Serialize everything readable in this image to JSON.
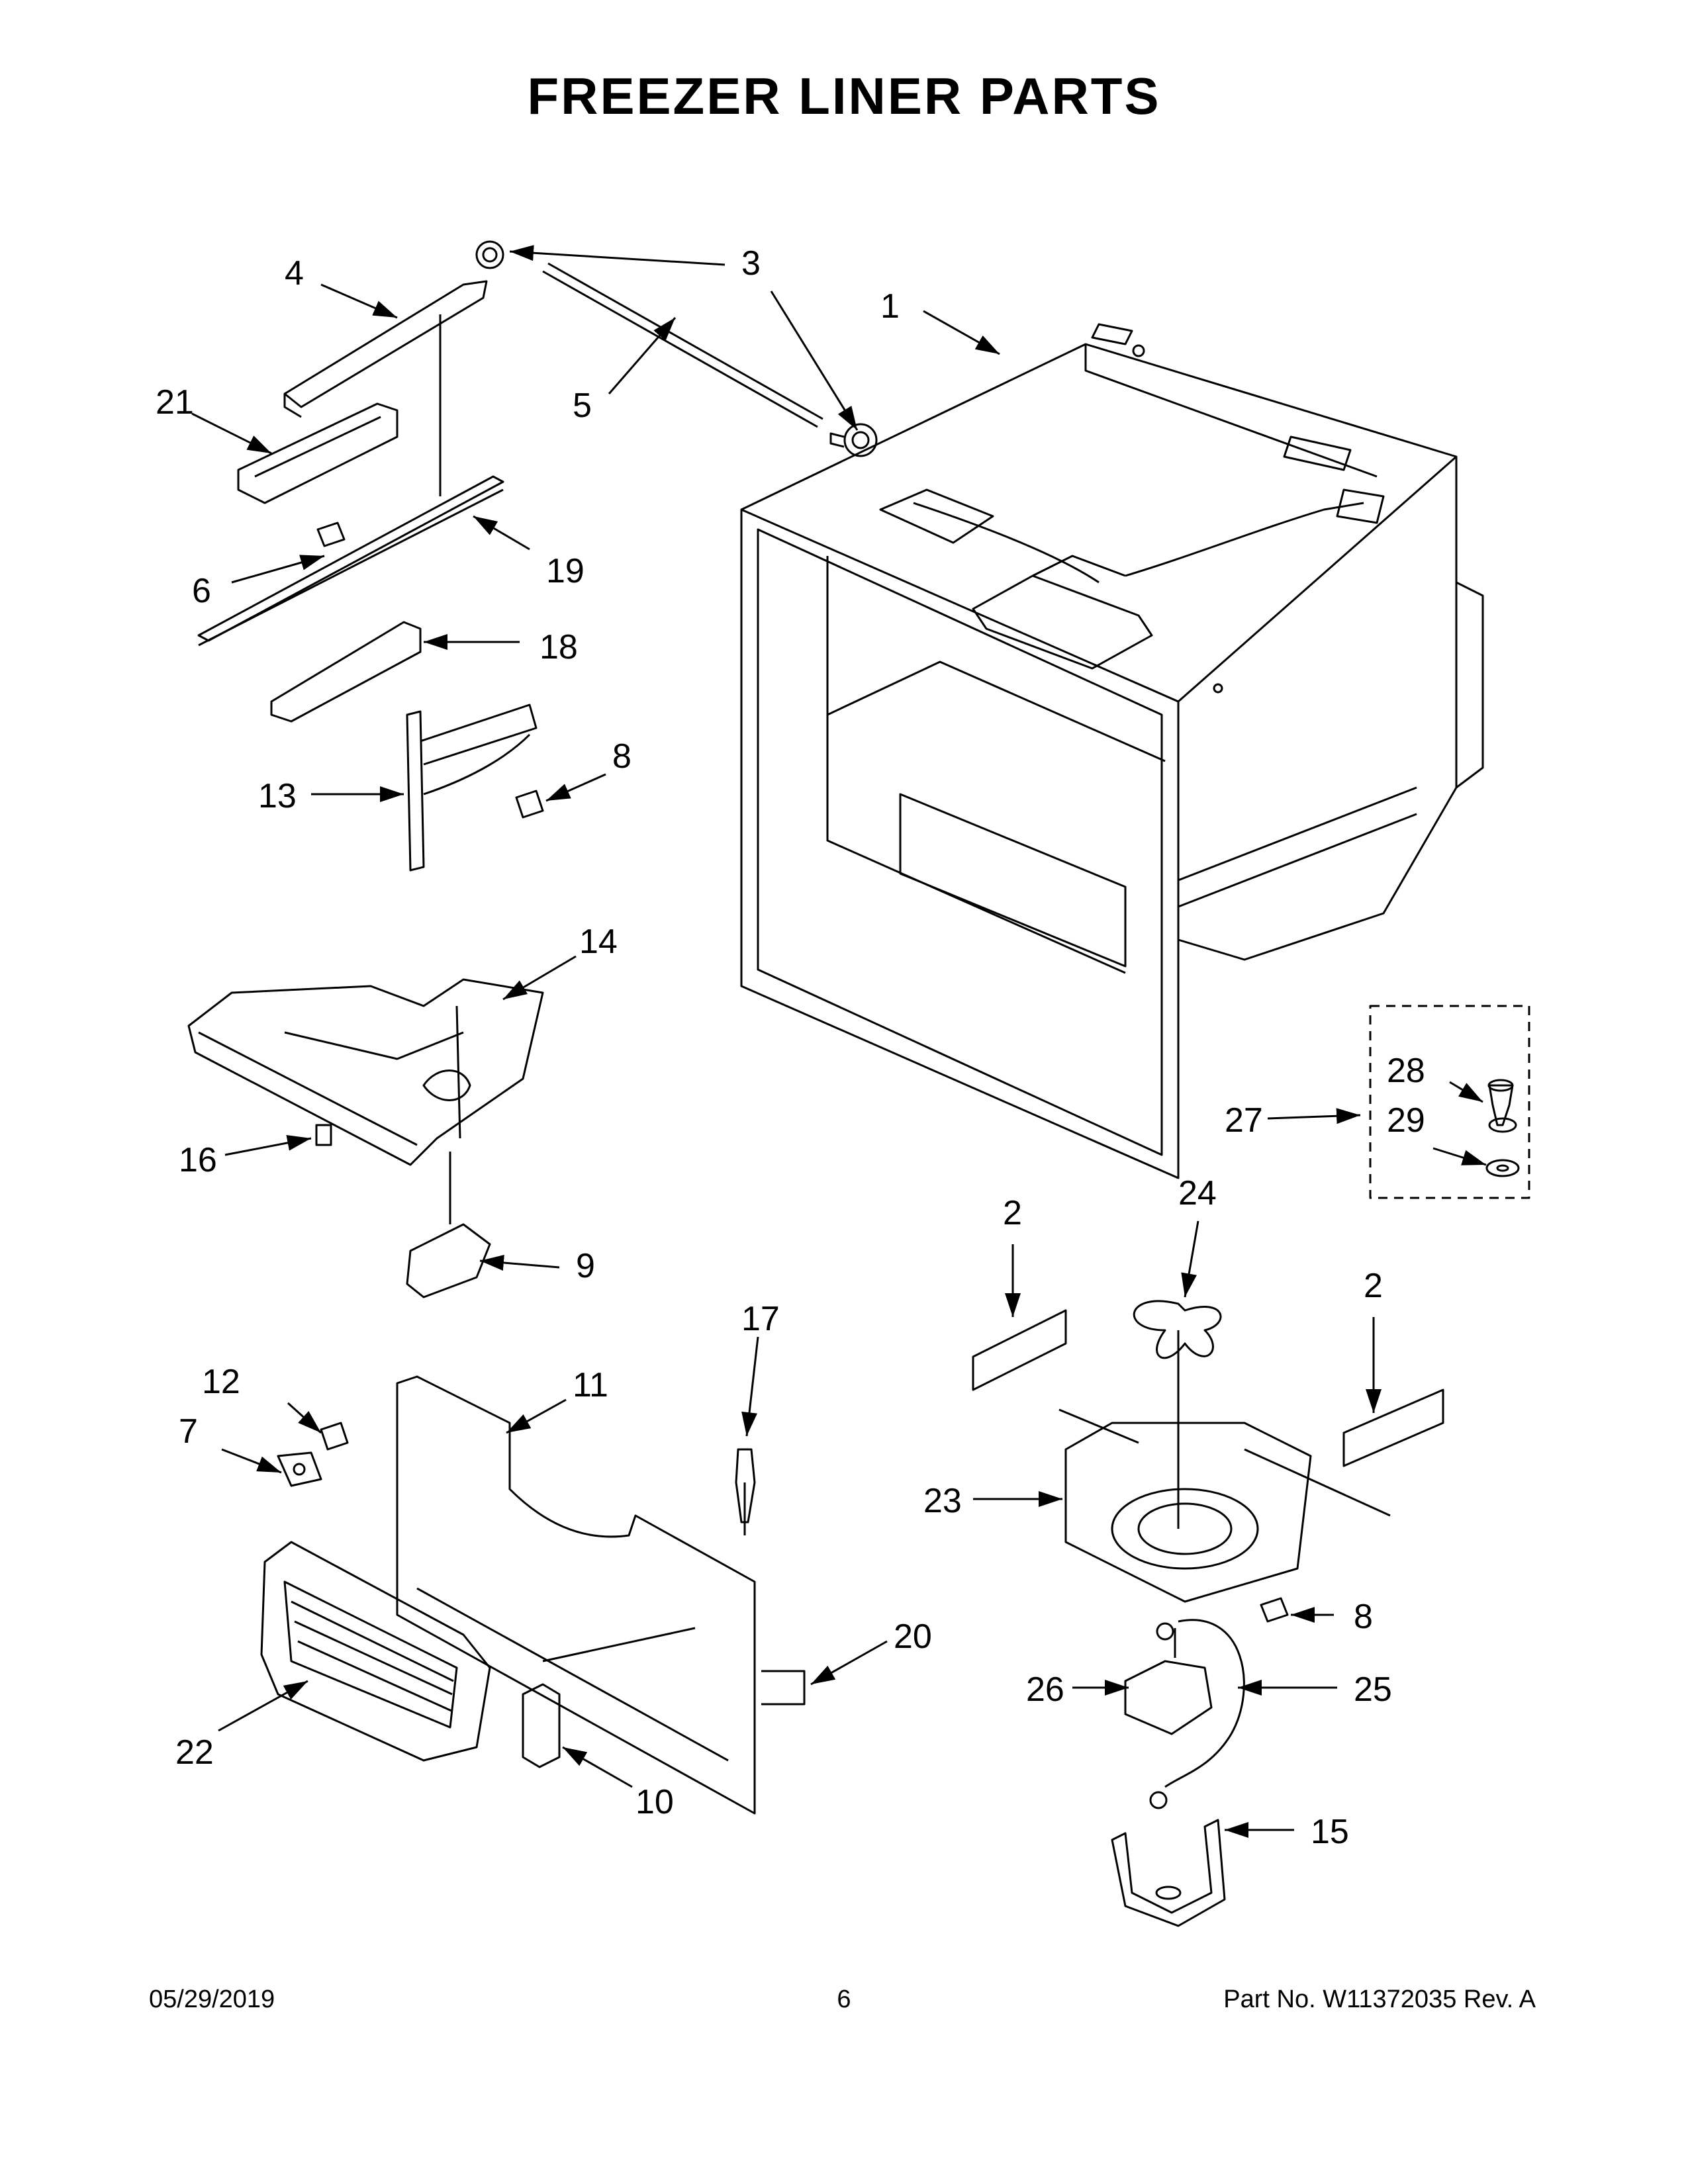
{
  "title": "FREEZER LINER PARTS",
  "callouts": {
    "p1": "1",
    "p2a": "2",
    "p2b": "2",
    "p3": "3",
    "p4": "4",
    "p5": "5",
    "p6": "6",
    "p7": "7",
    "p8a": "8",
    "p8b": "8",
    "p9": "9",
    "p10": "10",
    "p11": "11",
    "p12": "12",
    "p13": "13",
    "p14": "14",
    "p15": "15",
    "p16": "16",
    "p17": "17",
    "p18": "18",
    "p19": "19",
    "p20": "20",
    "p21": "21",
    "p22": "22",
    "p23": "23",
    "p24": "24",
    "p25": "25",
    "p26": "26",
    "p27": "27",
    "p28": "28",
    "p29": "29"
  },
  "footer": {
    "date": "05/29/2019",
    "page": "6",
    "part_no": "Part No.  W11372035   Rev.  A"
  }
}
